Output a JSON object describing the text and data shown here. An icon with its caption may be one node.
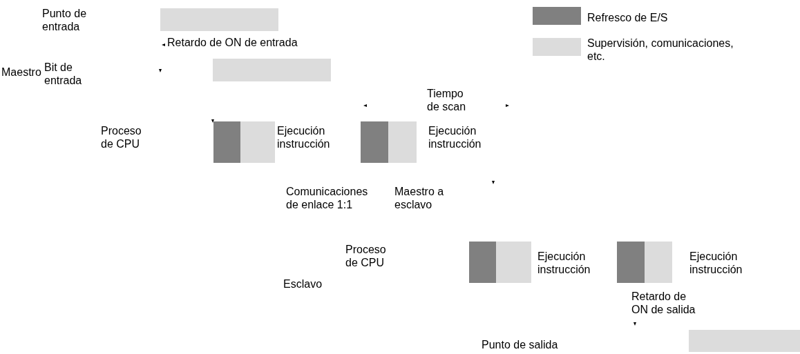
{
  "diagram": {
    "labels": [
      "Punto de entrada",
      "Retardo de ON de entrada",
      "Maestro",
      "Bit de entrada",
      "Tiempo de scan",
      "Proceso de CPU",
      "Ejecución instrucción",
      "Ejecución instrucción",
      "Comunicaciones de enlace 1:1",
      "Maestro a esclavo",
      "Proceso de CPU",
      "Ejecución instrucción",
      "Ejecución instrucción",
      "Esclavo",
      "Retardo de ON de salida",
      "Punto de salida"
    ],
    "legend": [
      {
        "text": "Refresco de E/S",
        "color": "#808080"
      },
      {
        "text": "Supervisión, comunicaciones, etc.",
        "color": "#dcdcdc"
      }
    ]
  }
}
